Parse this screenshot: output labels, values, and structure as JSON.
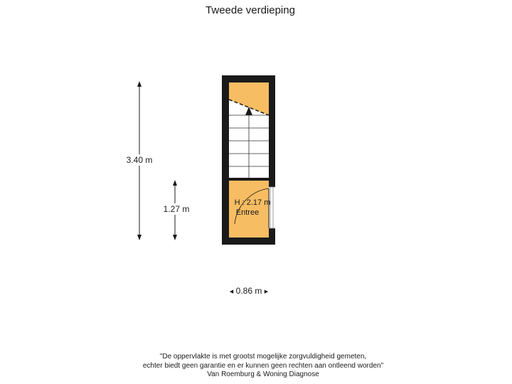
{
  "title": "Tweede verdieping",
  "dimensions": {
    "height_total": "3.40 m",
    "height_room": "1.27 m",
    "width": "0.86 m"
  },
  "room": {
    "name": "Entree",
    "ceiling_height": "H : 2.17 m"
  },
  "colors": {
    "wall": "#1a1a1a",
    "floor": "#f7bd62",
    "background": "#ffffff"
  },
  "disclaimer": {
    "line1": "\"De oppervlakte is met grootst mogelijke zorgvuldigheid gemeten,",
    "line2": "echter biedt geen garantie en er kunnen geen rechten aan ontleend worden\"",
    "line3": "Van Roemburg & Woning Diagnose"
  }
}
